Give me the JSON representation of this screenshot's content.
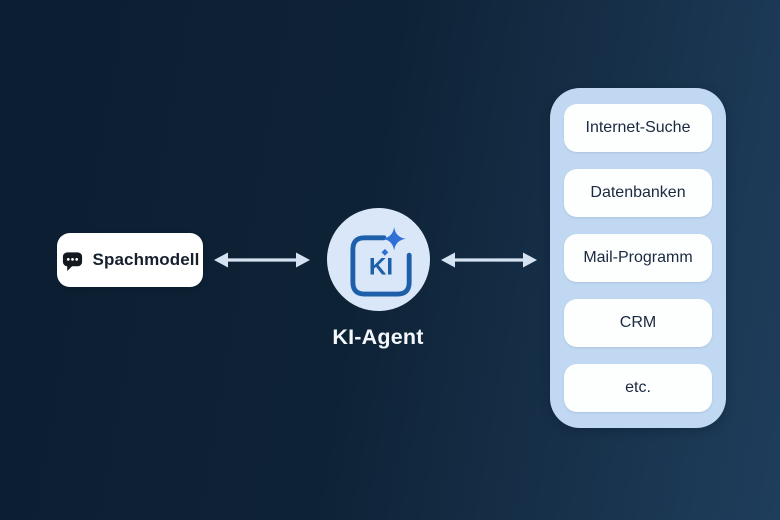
{
  "diagram": {
    "left_node": {
      "label": "Spachmodell",
      "icon": "chat-bubble-icon"
    },
    "agent": {
      "label": "KI-Agent",
      "icon_text": "KI",
      "icon": "ki-sparkle-icon"
    },
    "tools": {
      "items": [
        "Internet-Suche",
        "Datenbanken",
        "Mail-Programm",
        "CRM",
        "etc."
      ]
    },
    "arrows": {
      "left": "bidirectional",
      "right": "bidirectional"
    },
    "colors": {
      "background_dark": "#0c1e31",
      "background_light": "#1f3e5c",
      "node_background": "#ffffff",
      "agent_circle": "#d9e7f8",
      "agent_icon_blue": "#1d5fa9",
      "sparkle_blue": "#2f70d6",
      "panel_background": "#c0d8f2",
      "arrow": "#d5e2f2",
      "text_dark": "#16202e",
      "text_light": "#f4f7fb",
      "chat_icon": "#14181f"
    }
  }
}
